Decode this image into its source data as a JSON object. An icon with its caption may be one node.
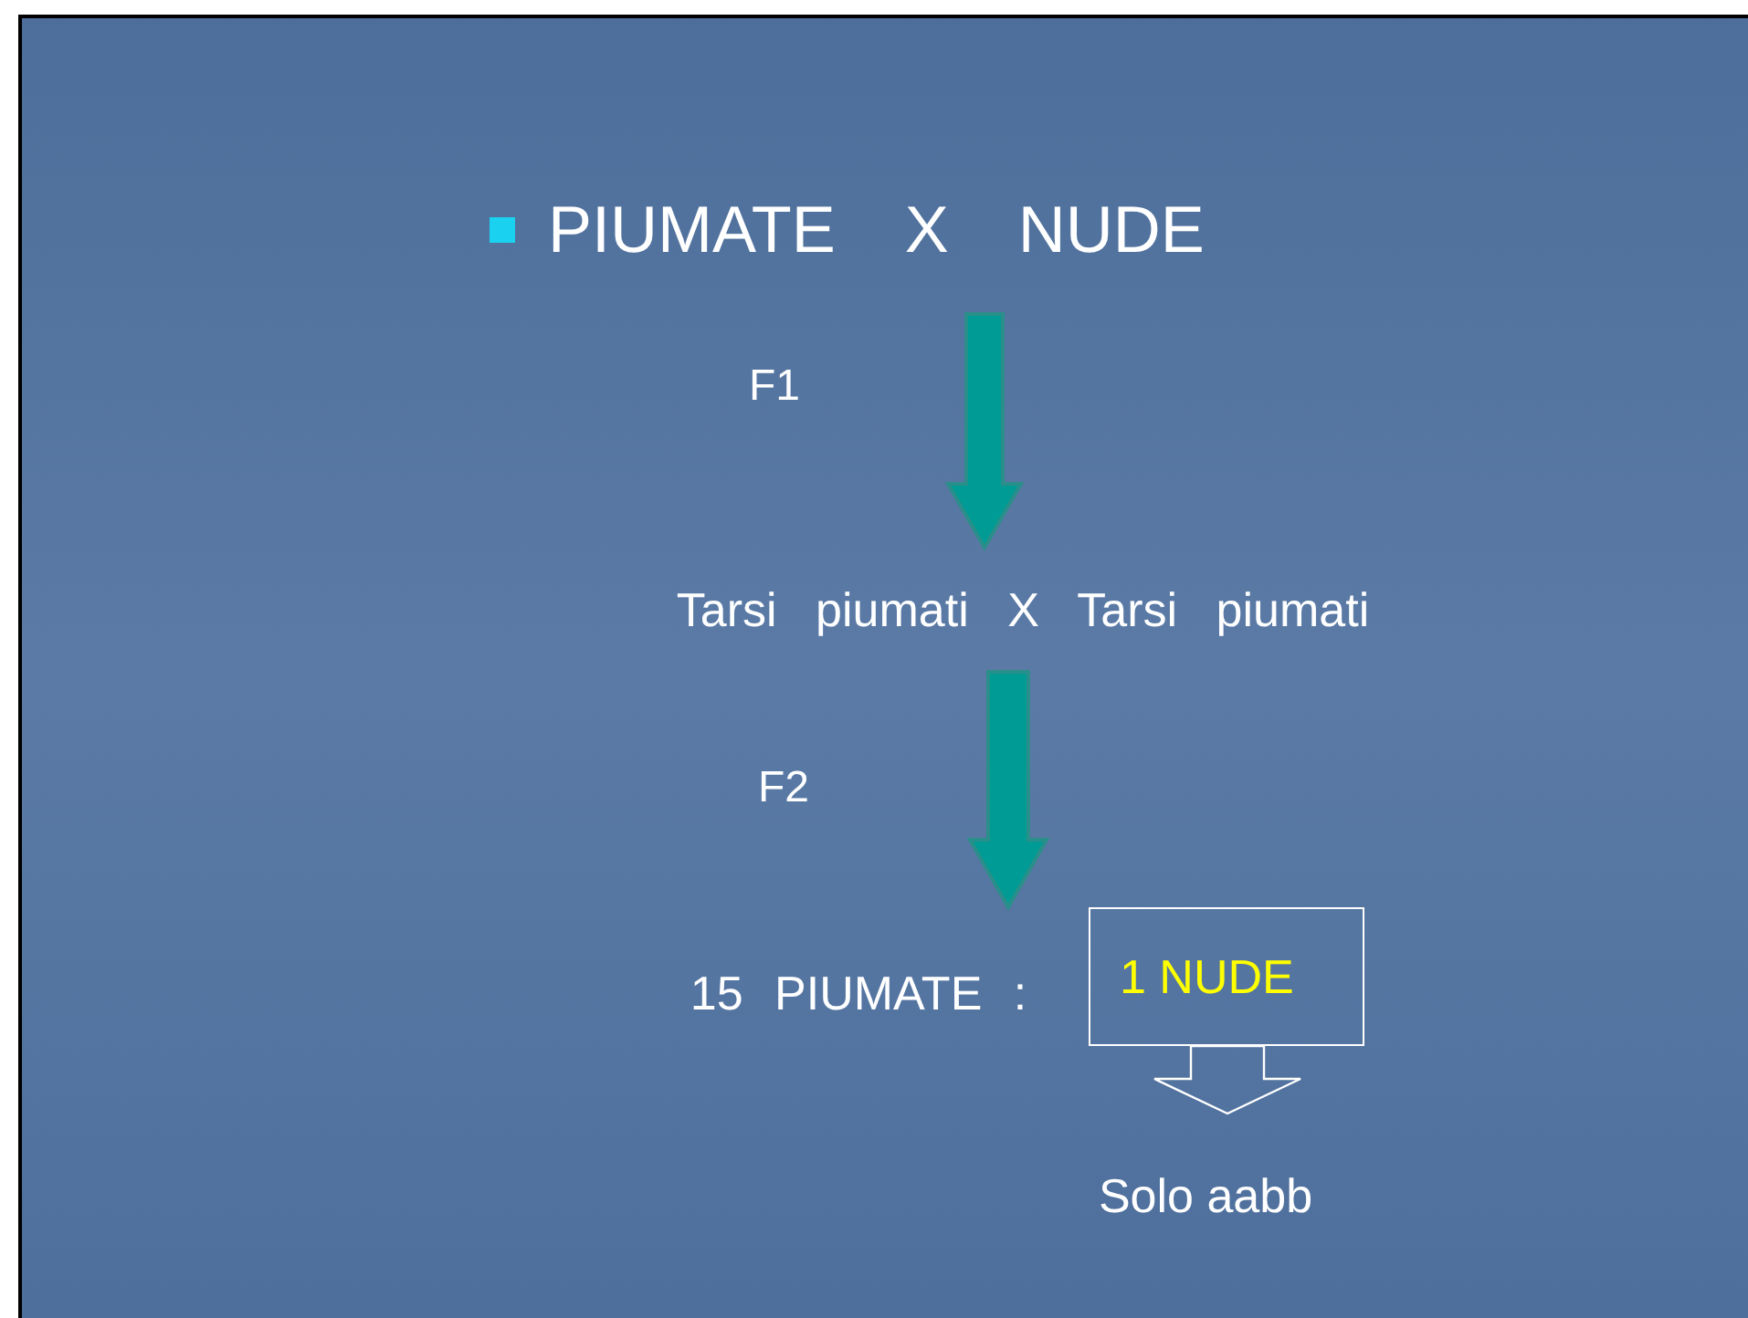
{
  "diagram": {
    "nodes": [
      {
        "text": [
          "PIUMATE X NUDE"
        ]
      },
      {
        "text": [
          "Tarsi piumati X Tarsi piumati"
        ]
      },
      {
        "text": [
          "15 PIUMATE :"
        ]
      },
      {
        "text": [
          "1 NUDE"
        ]
      },
      {
        "text": [
          "Solo aabb"
        ]
      }
    ],
    "edges": [
      {
        "from": 0,
        "to": 1,
        "arrow": "to",
        "label": "F1",
        "style": "thick"
      },
      {
        "from": 1,
        "to": 2,
        "arrow": "to",
        "label": "F2",
        "style": "thick"
      },
      {
        "from": 3,
        "to": 4,
        "arrow": "to",
        "color": "#ffffff"
      }
    ]
  }
}
